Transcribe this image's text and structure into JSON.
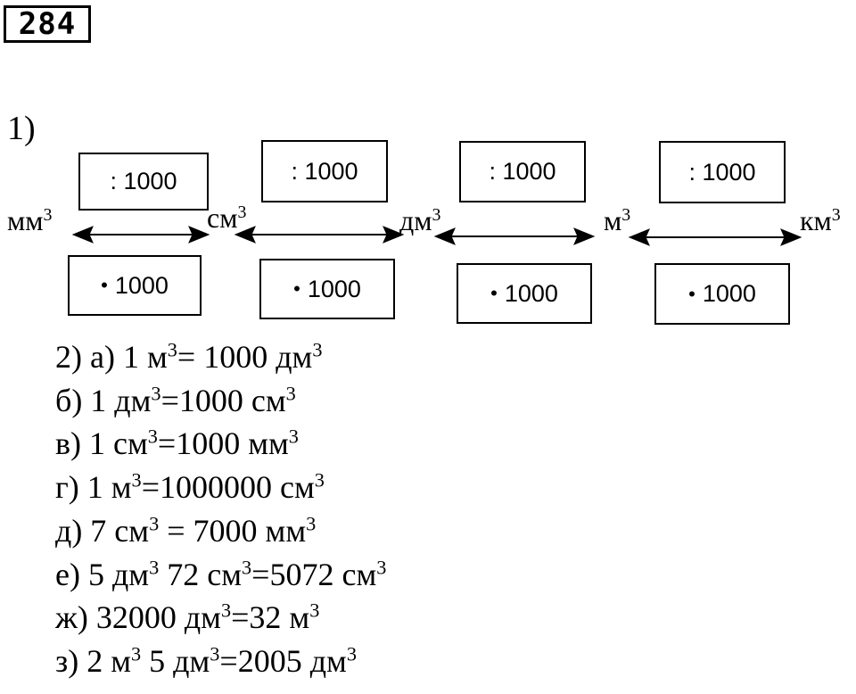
{
  "problem_number": "284",
  "part1_label": "1)",
  "units": [
    {
      "base": "мм",
      "exp": "3"
    },
    {
      "base": "см",
      "exp": "3"
    },
    {
      "base": "дм",
      "exp": "3"
    },
    {
      "base": "м",
      "exp": "3"
    },
    {
      "base": "км",
      "exp": "3"
    }
  ],
  "divide_label": ": 1000",
  "multiply_sign": "•",
  "multiply_value": "1000",
  "answers": [
    [
      {
        "t": "2) а) 1 м"
      },
      {
        "s": "3"
      },
      {
        "t": "= 1000 дм"
      },
      {
        "s": "3"
      }
    ],
    [
      {
        "t": "б) 1 дм"
      },
      {
        "s": "3"
      },
      {
        "t": "=1000 см"
      },
      {
        "s": "3"
      }
    ],
    [
      {
        "t": "в) 1 см"
      },
      {
        "s": "3"
      },
      {
        "t": "=1000 мм"
      },
      {
        "s": "3"
      }
    ],
    [
      {
        "t": "г) 1 м"
      },
      {
        "s": "3"
      },
      {
        "t": "=1000000 см"
      },
      {
        "s": "3"
      }
    ],
    [
      {
        "t": "д) 7 см"
      },
      {
        "s": "3"
      },
      {
        "t": " = 7000 мм"
      },
      {
        "s": "3"
      }
    ],
    [
      {
        "t": "е) 5 дм"
      },
      {
        "s": "3"
      },
      {
        "t": " 72 см"
      },
      {
        "s": "3"
      },
      {
        "t": "=5072 см"
      },
      {
        "s": "3"
      }
    ],
    [
      {
        "t": "ж) 32000 дм"
      },
      {
        "s": "3"
      },
      {
        "t": "=32 м"
      },
      {
        "s": "3"
      }
    ],
    [
      {
        "t": "з) 2 м"
      },
      {
        "s": "3"
      },
      {
        "t": " 5 дм"
      },
      {
        "s": "3"
      },
      {
        "t": "=2005 дм"
      },
      {
        "s": "3"
      }
    ]
  ]
}
